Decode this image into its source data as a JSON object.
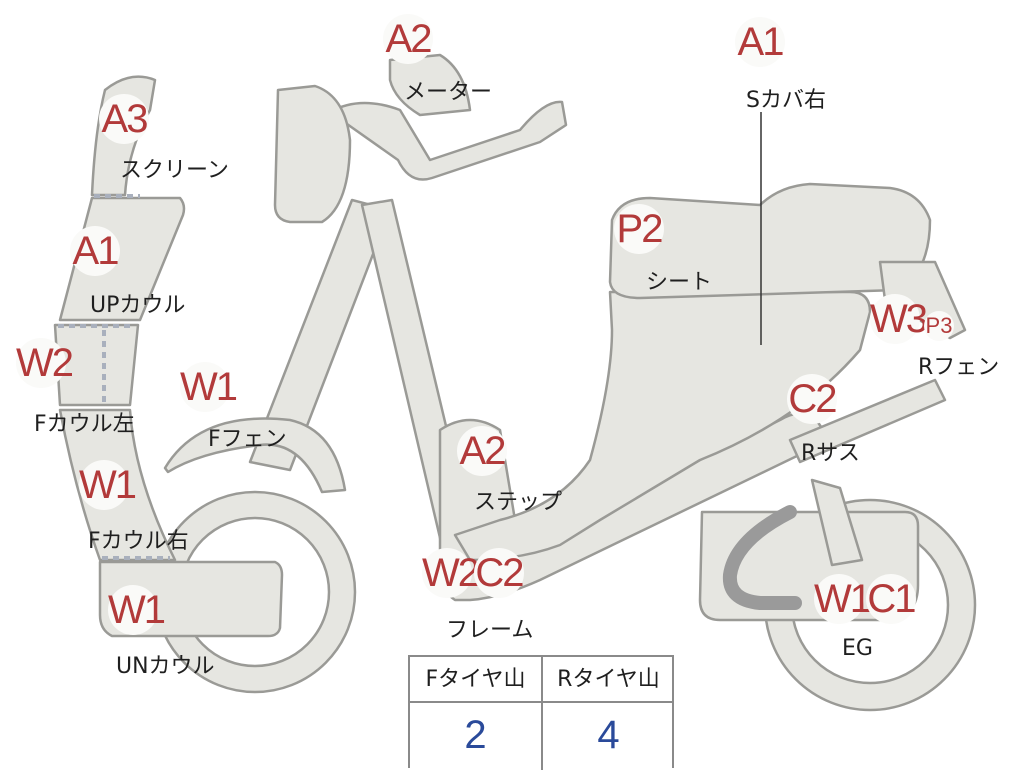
{
  "parts": {
    "meter": {
      "code": "A2",
      "label": "メーター"
    },
    "scover_right": {
      "code": "A1",
      "label": "Sカバ右"
    },
    "screen": {
      "code": "A3",
      "label": "スクリーン"
    },
    "up_cowl": {
      "code": "A1",
      "label": "UPカウル"
    },
    "f_cowl_left": {
      "code": "W2",
      "label": "Fカウル左"
    },
    "f_fender": {
      "code": "W1",
      "label": "Fフェン"
    },
    "f_cowl_right": {
      "code": "W1",
      "label": "Fカウル右"
    },
    "un_cowl": {
      "code": "W1",
      "label": "UNカウル"
    },
    "seat": {
      "code": "P2",
      "label": "シート"
    },
    "r_fender": {
      "code": "W3",
      "code2": "P3",
      "label": "Rフェン"
    },
    "r_suspension": {
      "code": "C2",
      "label": "Rサス"
    },
    "step": {
      "code": "A2",
      "label": "ステップ"
    },
    "frame": {
      "code": "W2",
      "code2": "C2",
      "label": "フレーム"
    },
    "engine": {
      "code": "W1",
      "code2": "C1",
      "label": "EG"
    }
  },
  "tread_table": {
    "front_header": "Fタイヤ山",
    "rear_header": "Rタイヤ山",
    "front_value": "2",
    "rear_value": "4"
  },
  "colors": {
    "part_fill": "#e6e6e1",
    "part_stroke": "#9a9a96",
    "code_text": "#b23a3a",
    "value_text": "#2a4a9a",
    "exhaust": "#9a9a9a"
  }
}
